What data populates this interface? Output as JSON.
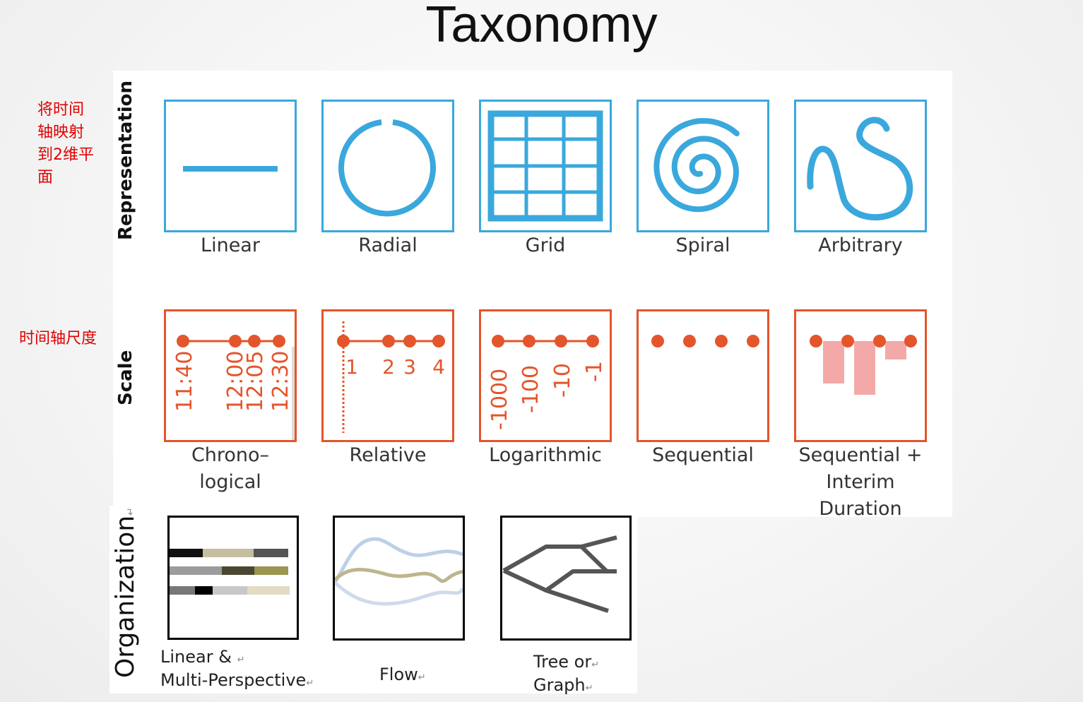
{
  "title": "Taxonomy",
  "notes": {
    "representation": "将时间轴映射到2维平面",
    "scale": "时间轴尺度"
  },
  "rows": {
    "representation": {
      "heading": "Representation",
      "items": [
        {
          "label": "Linear",
          "icon": "linear-line-icon"
        },
        {
          "label": "Radial",
          "icon": "radial-circle-icon"
        },
        {
          "label": "Grid",
          "icon": "grid-icon"
        },
        {
          "label": "Spiral",
          "icon": "spiral-icon"
        },
        {
          "label": "Arbitrary",
          "icon": "arbitrary-curve-icon"
        }
      ]
    },
    "scale": {
      "heading": "Scale",
      "items": [
        {
          "label_line1": "Chrono–",
          "label_line2": "logical",
          "label_line3": "",
          "ticks": [
            "11:40",
            "12:00",
            "12:05",
            "12:30"
          ]
        },
        {
          "label_line1": "Relative",
          "label_line2": "",
          "label_line3": "",
          "ticks": [
            "1",
            "2",
            "3",
            "4"
          ]
        },
        {
          "label_line1": "Logarithmic",
          "label_line2": "",
          "label_line3": "",
          "ticks": [
            "-1000",
            "-100",
            "-10",
            "-1"
          ]
        },
        {
          "label_line1": "Sequential",
          "label_line2": "",
          "label_line3": "",
          "ticks": []
        },
        {
          "label_line1": "Sequential +",
          "label_line2": "Interim",
          "label_line3": "Duration",
          "ticks": []
        }
      ]
    },
    "organization": {
      "heading": "Organization",
      "items": [
        {
          "label_line1": "Linear &",
          "label_line2": "Multi-Perspective"
        },
        {
          "label_line1": "Flow",
          "label_line2": ""
        },
        {
          "label_line1": "Tree or",
          "label_line2": "Graph"
        }
      ]
    }
  },
  "colors": {
    "representation": "#3aa8dc",
    "scale": "#e4552b",
    "scale_bar": "#f4a9a9",
    "organization": "#000000",
    "note": "#e00000"
  }
}
